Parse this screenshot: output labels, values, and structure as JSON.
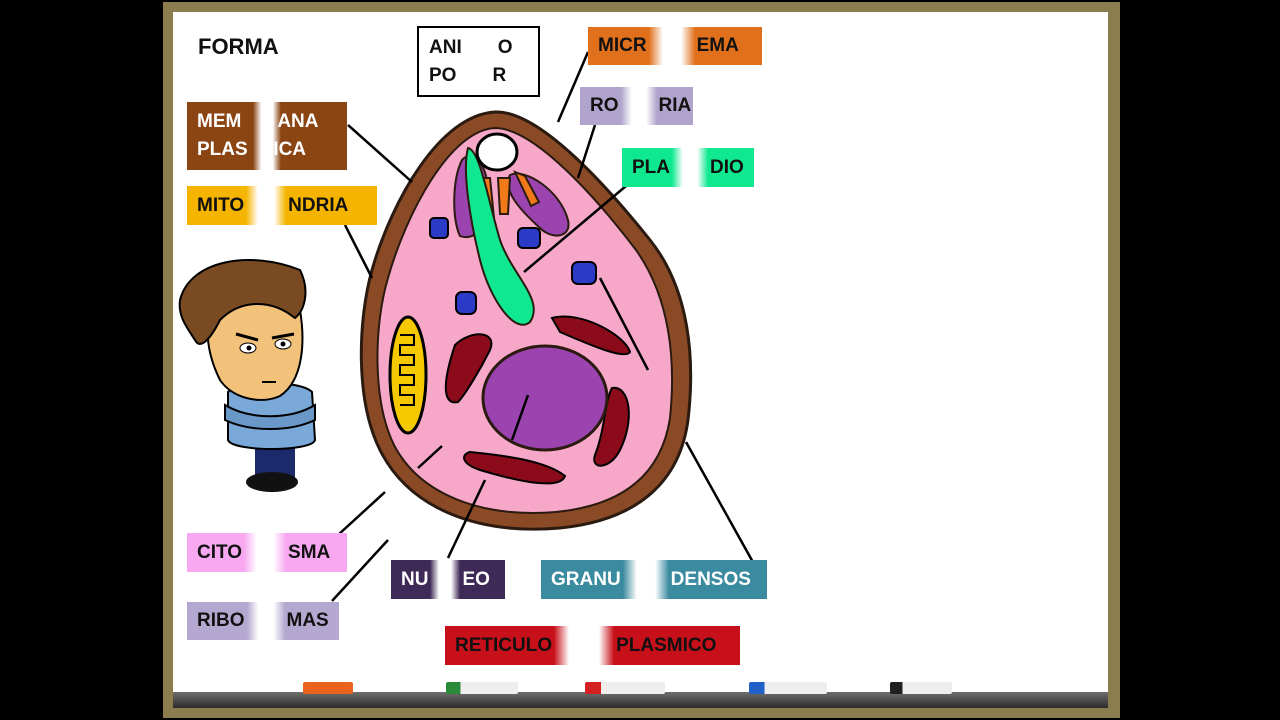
{
  "title": "FORMA",
  "labels": {
    "anillo_polar": [
      "ANI",
      "O",
      "PO",
      "R"
    ],
    "micronema": [
      "MICR",
      "EMA"
    ],
    "roptria": [
      "RO",
      "RIA"
    ],
    "plastidio": [
      "PLA",
      "DIO"
    ],
    "membrana": [
      "MEM",
      "ANA",
      "PLAS",
      "TICA"
    ],
    "mitocondria": [
      "MITO",
      "NDRIA"
    ],
    "citoplasma": [
      "CITO",
      "SMA"
    ],
    "ribosomas": [
      "RIBO",
      "MAS"
    ],
    "nucleo": [
      "NU",
      "EO"
    ],
    "granulos": [
      "GRANU",
      "DENSOS"
    ],
    "reticulo": [
      "RETICULO",
      "PLASMICO"
    ]
  },
  "colors": {
    "membrana": "#8b4513",
    "mitocondria": "#f5b400",
    "micronema": "#e0701c",
    "roptria": "#b0a4cc",
    "plastidio": "#10e890",
    "citoplasma": "#f7a8f0",
    "ribosomas": "#b4a8d0",
    "nucleo": "#3e2a56",
    "granulos": "#3a8aa0",
    "reticulo": "#c8101a",
    "cell_body": "#f7a8c8",
    "nucleus_fill": "#9b44b0",
    "er": "#8b0b1a"
  },
  "markers": [
    {
      "name": "orange-marker",
      "color": "#e8641c"
    },
    {
      "name": "green-marker",
      "color": "#2a8a3a"
    },
    {
      "name": "red-marker",
      "color": "#d42020"
    },
    {
      "name": "blue-marker",
      "color": "#2060c8"
    },
    {
      "name": "black-marker",
      "color": "#202020"
    }
  ]
}
